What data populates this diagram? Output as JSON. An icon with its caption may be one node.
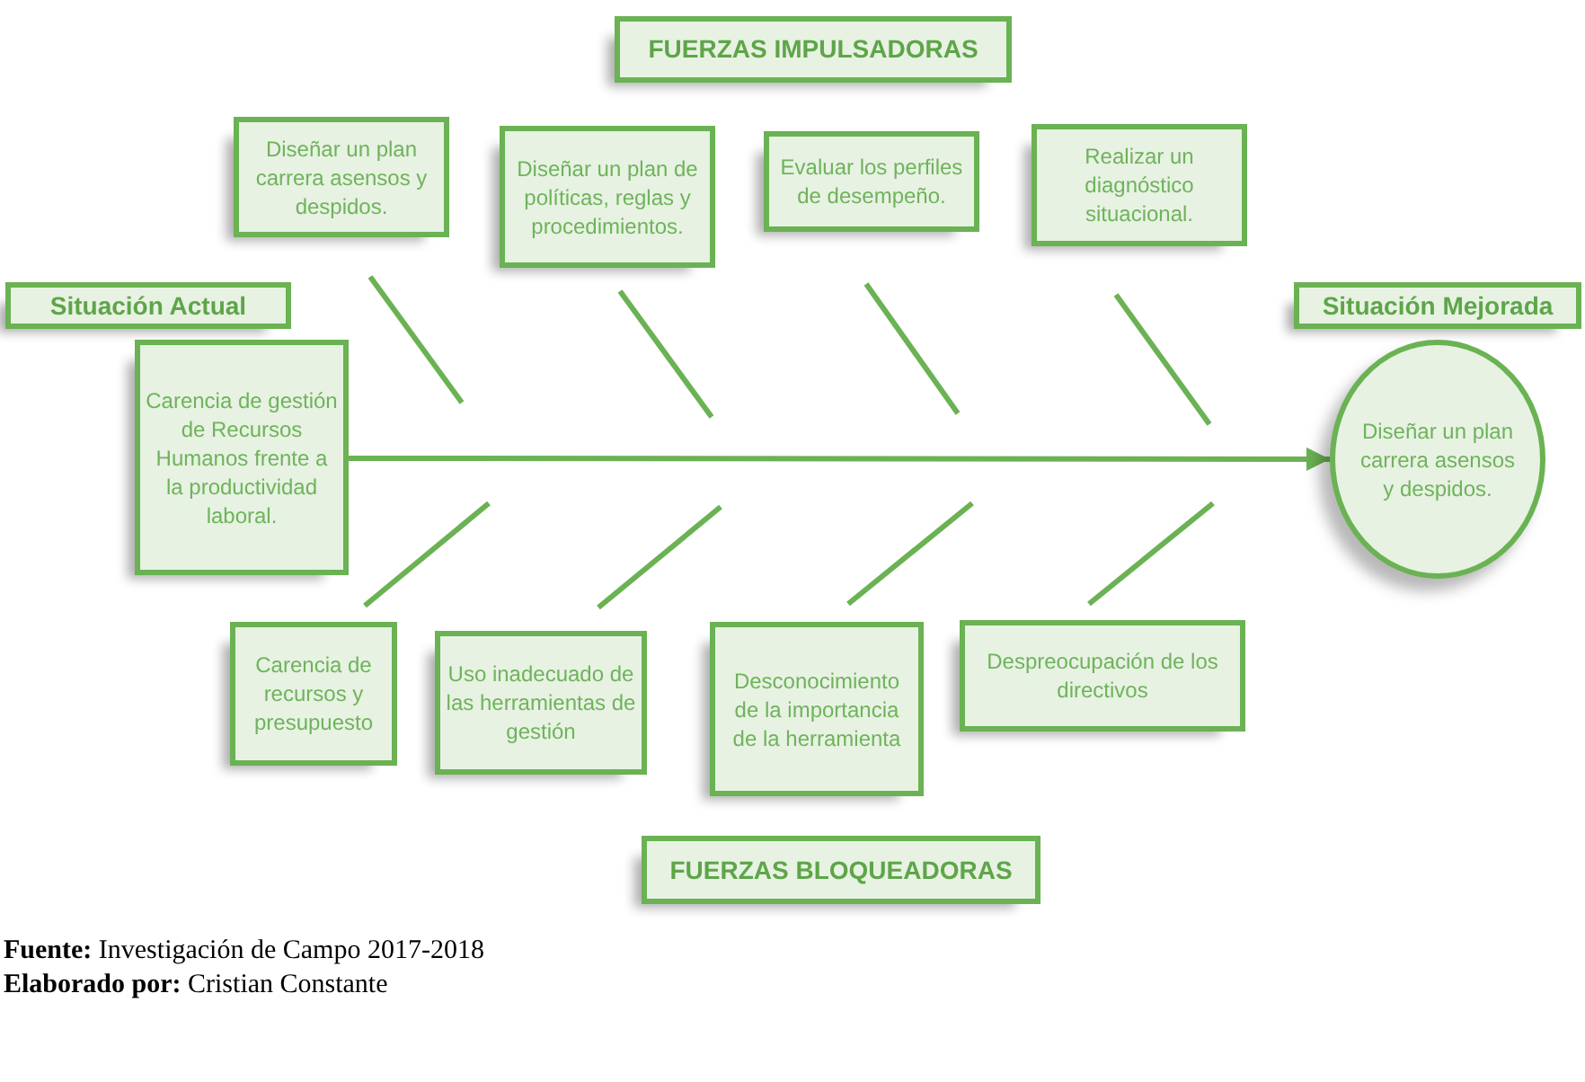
{
  "diagram": {
    "nodes": [
      {
        "text": [
          "FUERZAS IMPULSADORAS"
        ]
      },
      {
        "text": [
          "Diseñar un plan carrera asensos y despidos."
        ]
      },
      {
        "text": [
          "Diseñar un plan de políticas, reglas y procedimientos."
        ]
      },
      {
        "text": [
          "Evaluar los perfiles de desempeño."
        ]
      },
      {
        "text": [
          "Realizar un diagnóstico situacional."
        ]
      },
      {
        "text": [
          "Situación Actual"
        ]
      },
      {
        "text": [
          "Situación Mejorada"
        ]
      },
      {
        "text": [
          "Carencia de gestión de Recursos Humanos frente a la productividad laboral."
        ]
      },
      {
        "text": [
          "Diseñar un plan carrera asensos y despidos."
        ]
      },
      {
        "text": [
          "Carencia de recursos y presupuesto"
        ]
      },
      {
        "text": [
          "Uso inadecuado de las herramientas de gestión"
        ]
      },
      {
        "text": [
          "Desconocimiento de la importancia de la herramienta"
        ]
      },
      {
        "text": [
          "Despreocupación de los directivos"
        ]
      },
      {
        "text": [
          "FUERZAS BLOQUEADORAS"
        ]
      }
    ],
    "edges": [
      {
        "from": 7,
        "to": 8,
        "arrow": "to"
      }
    ],
    "labels": [
      "**Fuente:** Investigación de Campo 2017-2018",
      "**Elaborado por:** Cristian Constante"
    ]
  }
}
